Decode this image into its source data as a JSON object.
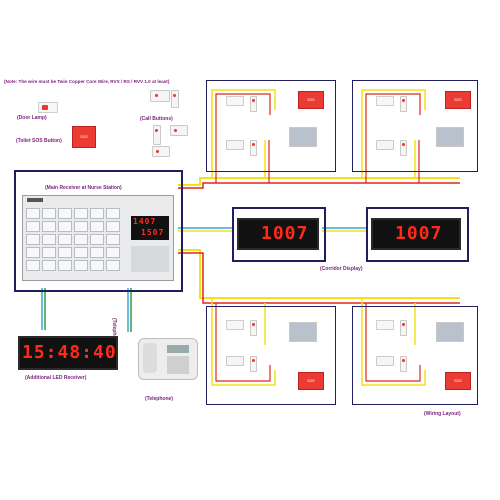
{
  "notes": {
    "wire_note": "(Note: The wire must be Twin Copper Core Wire, RVS / RS / RVV 1.0 at least)"
  },
  "labels": {
    "door_lamp": "(Door Lamp)",
    "call_buttons": "(Call Buttons)",
    "toilet_sos_button": "(Toilet SOS Button)",
    "main_receiver": "(Main Receiver at Nurse Station)",
    "corridor_display": "(Corridor Display)",
    "telephone_wire": "(Telephone Wire)",
    "additional_led": "(Additional LED Receiver)",
    "telephone": "(Telephone)",
    "wiring_layout": "(Wiring Layout)"
  },
  "displays": {
    "corridor_left": "1007",
    "corridor_right": "1007",
    "led_receiver_time": "15:48:40",
    "main_receiver_top": "1407 ",
    "main_receiver_bottom": "1507 "
  },
  "sos_text": "SOS",
  "colors": {
    "wire_yellow": "#f2e21a",
    "wire_red": "#e0261b",
    "wire_blue": "#3aa6d8",
    "wire_green": "#2f9a4b",
    "frame": "#1f1f5e",
    "label": "#7a1f7a"
  }
}
